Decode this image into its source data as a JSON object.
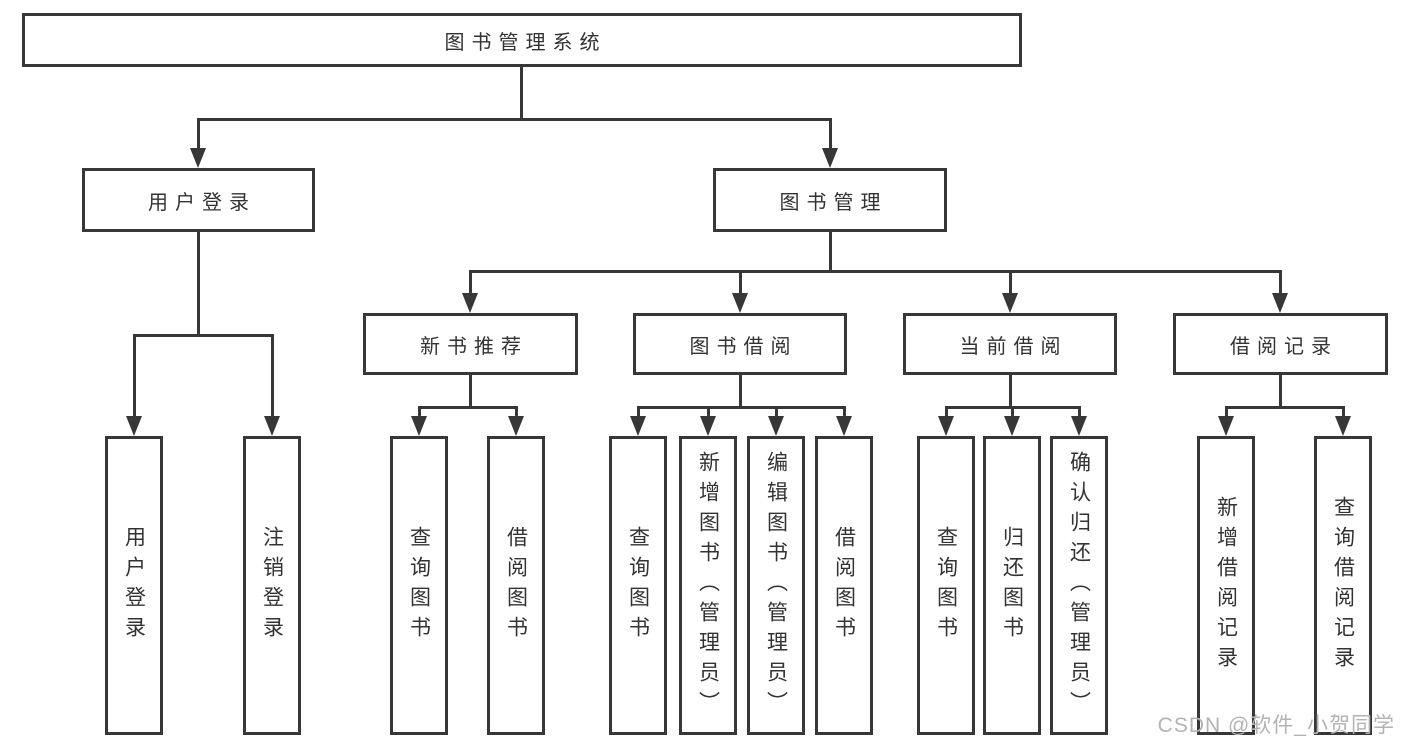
{
  "colors": {
    "line": "#373737",
    "text": "#333333",
    "background": "#ffffff",
    "watermark_text": "#b3b3b6"
  },
  "root": {
    "label": "图书管理系统"
  },
  "branches": {
    "user_login": {
      "label": "用户登录",
      "children": [
        "用户登录",
        "注销登录"
      ]
    },
    "book_management": {
      "label": "图书管理",
      "children": {
        "new_book_recommend": {
          "label": "新书推荐",
          "children": [
            "查询图书",
            "借阅图书"
          ]
        },
        "book_borrowing": {
          "label": "图书借阅",
          "children": [
            "查询图书",
            "新增图书（管理员）",
            "编辑图书（管理员）",
            "借阅图书"
          ]
        },
        "current_borrowing": {
          "label": "当前借阅",
          "children": [
            "查询图书",
            "归还图书",
            "确认归还（管理员）"
          ]
        },
        "borrow_records": {
          "label": "借阅记录",
          "children": [
            "新增借阅记录",
            "查询借阅记录"
          ]
        }
      }
    }
  },
  "watermark": "CSDN @软件_小贺同学"
}
